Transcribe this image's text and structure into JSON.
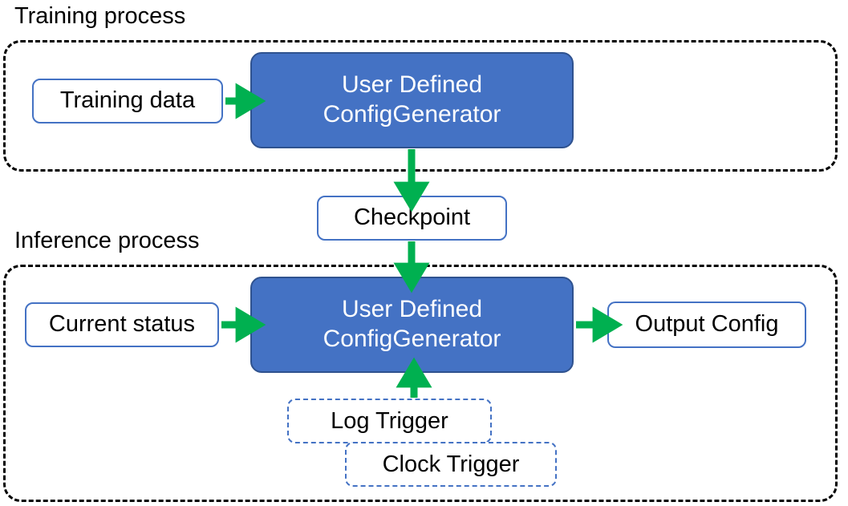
{
  "diagram": {
    "title_training": "Training process",
    "title_inference": "Inference process",
    "colors": {
      "process_fill": "#4472C4",
      "process_stroke": "#2F528F",
      "box_stroke": "#4472C4",
      "arrow": "#00B050",
      "container_stroke": "#000000",
      "text_dark": "#000000",
      "text_light": "#FFFFFF"
    },
    "training": {
      "input_label": "Training data",
      "process_line1": "User Defined",
      "process_line2": "ConfigGenerator"
    },
    "checkpoint": {
      "label": "Checkpoint"
    },
    "inference": {
      "input_label": "Current status",
      "process_line1": "User Defined",
      "process_line2": "ConfigGenerator",
      "output_label": "Output Config",
      "trigger_log": "Log Trigger",
      "trigger_clock": "Clock Trigger"
    }
  }
}
